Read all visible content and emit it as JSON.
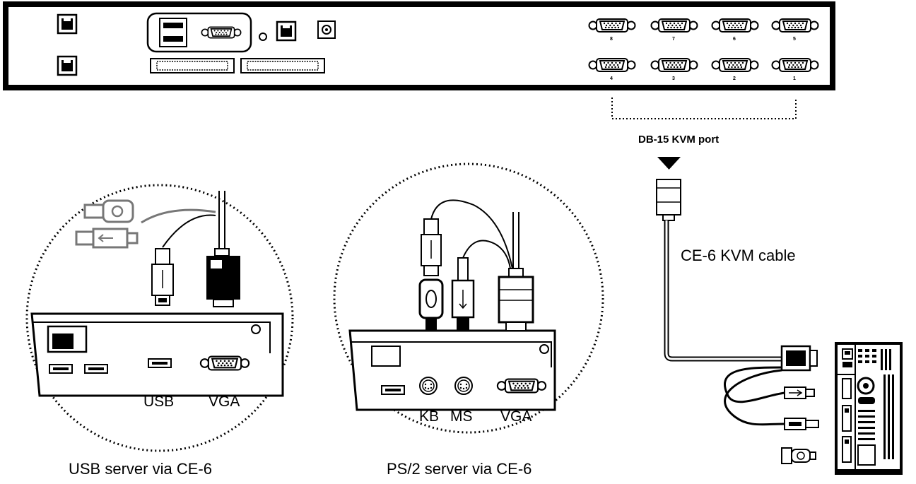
{
  "switch_panel": {
    "port_numbers_top": [
      "8",
      "7",
      "6",
      "5"
    ],
    "port_numbers_bottom": [
      "4",
      "3",
      "2",
      "1"
    ],
    "port_group_label": "DB-15 KVM port"
  },
  "cable": {
    "label": "CE-6 KVM cable"
  },
  "usb_server": {
    "caption": "USB server via CE-6",
    "port_labels": {
      "usb": "USB",
      "vga": "VGA"
    }
  },
  "ps2_server": {
    "caption": "PS/2 server via CE-6",
    "port_labels": {
      "kb": "KB",
      "ms": "MS",
      "vga": "VGA"
    }
  },
  "icons": [
    "rj45-port-icon",
    "usb-port-icon",
    "vga-port-icon",
    "audio-jack-icon",
    "power-jack-icon",
    "scsi-connector-icon",
    "db15-port-icon",
    "ps2-port-icon",
    "usb-plug-icon",
    "ps2-plug-icon",
    "vga-plug-icon",
    "computer-tower-icon",
    "arrow-down-icon"
  ]
}
